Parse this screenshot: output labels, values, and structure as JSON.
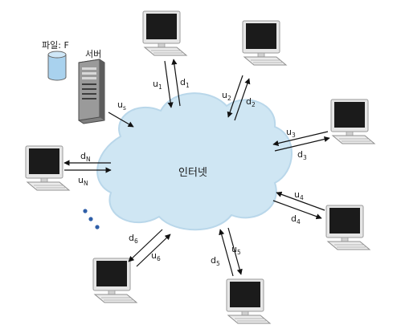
{
  "file_label": "파일: F",
  "server_label": "서버",
  "cloud_label": "인터넷",
  "server_link": {
    "u": "u",
    "u_sub": "s"
  },
  "peers": [
    {
      "id": "1",
      "up": "u",
      "up_sub": "1",
      "down": "d",
      "down_sub": "1"
    },
    {
      "id": "2",
      "up": "u",
      "up_sub": "2",
      "down": "d",
      "down_sub": "2"
    },
    {
      "id": "3",
      "up": "u",
      "up_sub": "3",
      "down": "d",
      "down_sub": "3"
    },
    {
      "id": "4",
      "up": "u",
      "up_sub": "4",
      "down": "d",
      "down_sub": "4"
    },
    {
      "id": "5",
      "up": "u",
      "up_sub": "5",
      "down": "d",
      "down_sub": "5"
    },
    {
      "id": "6",
      "up": "u",
      "up_sub": "6",
      "down": "d",
      "down_sub": "6"
    },
    {
      "id": "N",
      "up": "u",
      "up_sub": "N",
      "down": "d",
      "down_sub": "N"
    }
  ],
  "colors": {
    "cloud": "#cfe6f3",
    "cloud_edge": "#b9d7ea",
    "cylinder": "#a9d2ee",
    "monitor_frame": "#e6e6e6",
    "screen": "#1b1b1b",
    "dots": "#2f5fa8",
    "arrow": "#111111"
  }
}
